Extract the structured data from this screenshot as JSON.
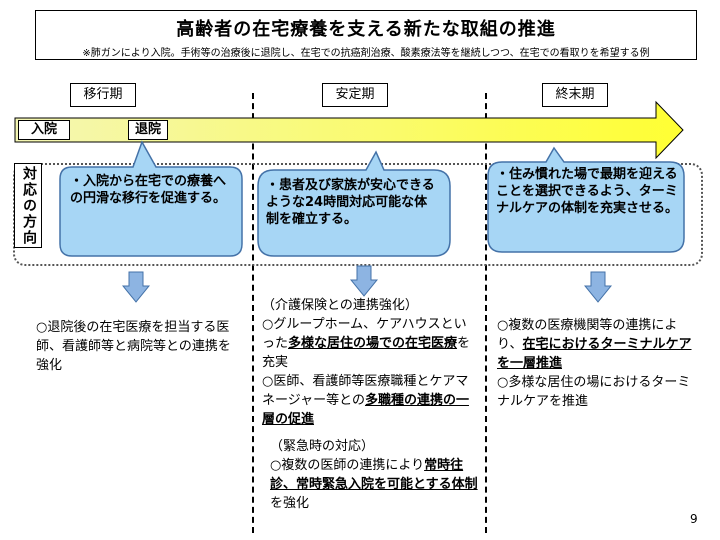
{
  "header": {
    "title": "高齢者の在宅療養を支える新たな取組の推進",
    "subtitle": "※肺ガンにより入院。手術等の治療後に退院し、在宅での抗癌剤治療、酸素療法等を継続しつつ、在宅での看取りを希望する例"
  },
  "phases": [
    "移行期",
    "安定期",
    "終末期"
  ],
  "timeline": {
    "admission": "入院",
    "discharge": "退院"
  },
  "policy_label": "対応の方向",
  "bubbles": [
    "・入院から在宅での療養への円滑な移行を促進する。",
    "・患者及び家族が安心できるような24時間対応可能な体制を確立する。",
    "・住み慣れた場で最期を迎えることを選択できるよう、ターミナルケアの体制を充実させる。"
  ],
  "details": {
    "col1": {
      "text": "○退院後の在宅医療を担当する医師、看護師等と病院等との連携を強化"
    },
    "col2": {
      "section1_heading": "（介護保険との連携強化）",
      "item1_pre": "○グループホーム、ケアハウスといった",
      "item1_emph": "多様な居住の場での在宅医療",
      "item1_post": "を充実",
      "item2_pre": "○医師、看護師等医療職種とケアマネージャー等との",
      "item2_emph": "多職種の連携の一層の促進",
      "section2_heading": "（緊急時の対応）",
      "item3_pre": "○複数の医師の連携により",
      "item3_emph": "常時往診、常時緊急入院を可能とする体制",
      "item3_post": "を強化"
    },
    "col3": {
      "item1_pre": "○複数の医療機関等の連携により、",
      "item1_emph": "在宅におけるターミナルケアを一層推進",
      "item2": "○多様な居住の場におけるターミナルケアを推進"
    }
  },
  "page_number": "9",
  "colors": {
    "arrow_fill_left": "#f4f6b4",
    "arrow_fill_right": "#ffff33",
    "bubble_fill": "#a7d6f5",
    "down_arrow_fill": "#8db4e2",
    "outline": "#4472a8"
  }
}
